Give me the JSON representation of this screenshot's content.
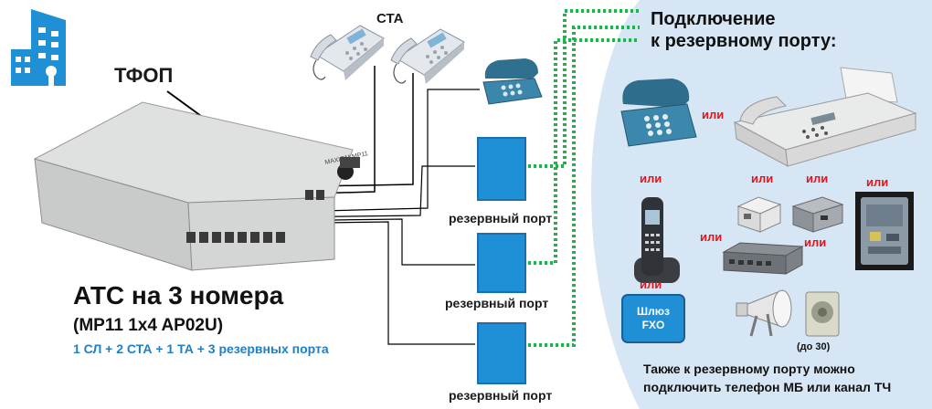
{
  "labels": {
    "pstn": "ТФОП",
    "sta": "СТА",
    "pbx_title": "АТС на 3 номера",
    "pbx_model": "(MP11 1x4 AP02U)",
    "pbx_summary": "1 СЛ + 2 СТА + 1 ТА + 3 резервных порта",
    "reserve_port": "резервный порт",
    "connect_title_line1": "Подключение",
    "connect_title_line2": "к резервному порту:",
    "or": "или",
    "gateway_line1": "Шлюз",
    "gateway_line2": "FXO",
    "up_to_30": "(до 30)",
    "footer_line1": "Также к резервному порту можно",
    "footer_line2": "подключить телефон МБ или канал ТЧ",
    "device_brand": "MAXIOM MP11"
  },
  "colors": {
    "bubble": "#d6e6f5",
    "accent_blue": "#1f8fd6",
    "dotted_green": "#22b14c",
    "or_red": "#e0161b",
    "summary_blue": "#1f7fc4"
  }
}
